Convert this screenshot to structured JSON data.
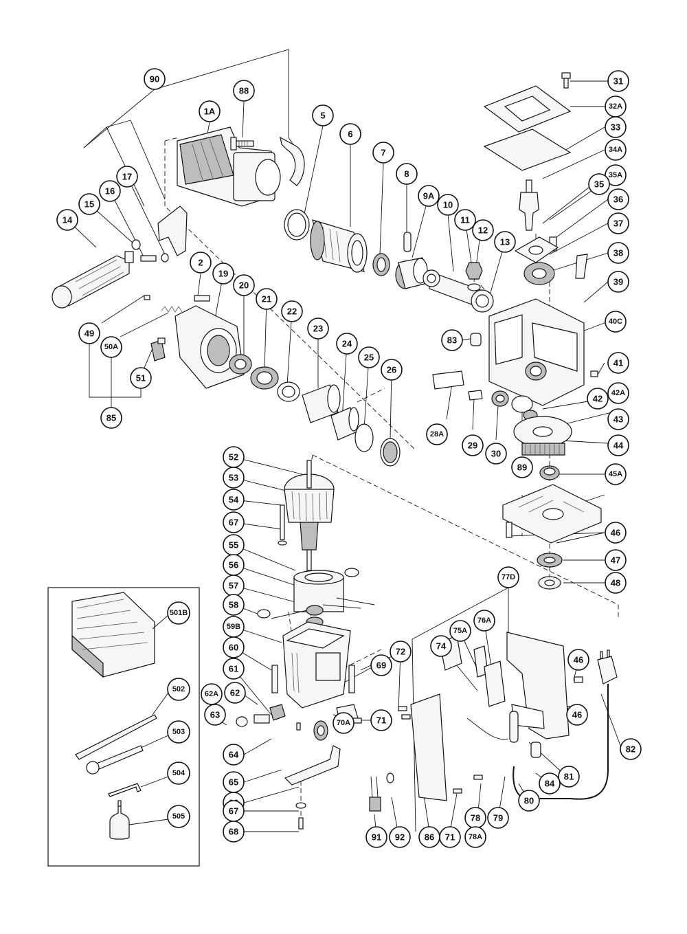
{
  "diagram": {
    "callouts": {
      "c90": "90",
      "c88": "88",
      "c1A": "1A",
      "c5": "5",
      "c6": "6",
      "c7": "7",
      "c8": "8",
      "c9A": "9A",
      "c10": "10",
      "c11": "11",
      "c12": "12",
      "c13": "13",
      "c14": "14",
      "c15": "15",
      "c16": "16",
      "c17": "17",
      "c2": "2",
      "c19": "19",
      "c20": "20",
      "c21": "21",
      "c22": "22",
      "c23": "23",
      "c24": "24",
      "c25": "25",
      "c26": "26",
      "c49": "49",
      "c50A": "50A",
      "c51": "51",
      "c85": "85",
      "c83": "83",
      "c31": "31",
      "c32A": "32A",
      "c33": "33",
      "c34A": "34A",
      "c35A": "35A",
      "c35": "35",
      "c36": "36",
      "c37": "37",
      "c38": "38",
      "c39": "39",
      "c40C": "40C",
      "c41": "41",
      "c42": "42",
      "c42A": "42A",
      "c43": "43",
      "c44": "44",
      "c45A": "45A",
      "c46a": "46",
      "c47": "47",
      "c48": "48",
      "c28A": "28A",
      "c29": "29",
      "c30": "30",
      "c89": "89",
      "c52": "52",
      "c53": "53",
      "c54": "54",
      "c67a": "67",
      "c55": "55",
      "c56": "56",
      "c57": "57",
      "c58": "58",
      "c59B": "59B",
      "c60": "60",
      "c61": "61",
      "c62A": "62A",
      "c62": "62",
      "c63": "63",
      "c64": "64",
      "c65": "65",
      "c66": "66",
      "c67b": "67",
      "c68": "68",
      "c69": "69",
      "c70A": "70A",
      "c71a": "71",
      "c72": "72",
      "c74": "74",
      "c75A": "75A",
      "c76A": "76A",
      "c77D": "77D",
      "c46b": "46",
      "c46c": "46",
      "c82": "82",
      "c81": "81",
      "c84": "84",
      "c80": "80",
      "c79": "79",
      "c78": "78",
      "c78A": "78A",
      "c71b": "71",
      "c86": "86",
      "c91": "91",
      "c92": "92",
      "c501B": "501B",
      "c502": "502",
      "c503": "503",
      "c504": "504",
      "c505": "505"
    }
  }
}
